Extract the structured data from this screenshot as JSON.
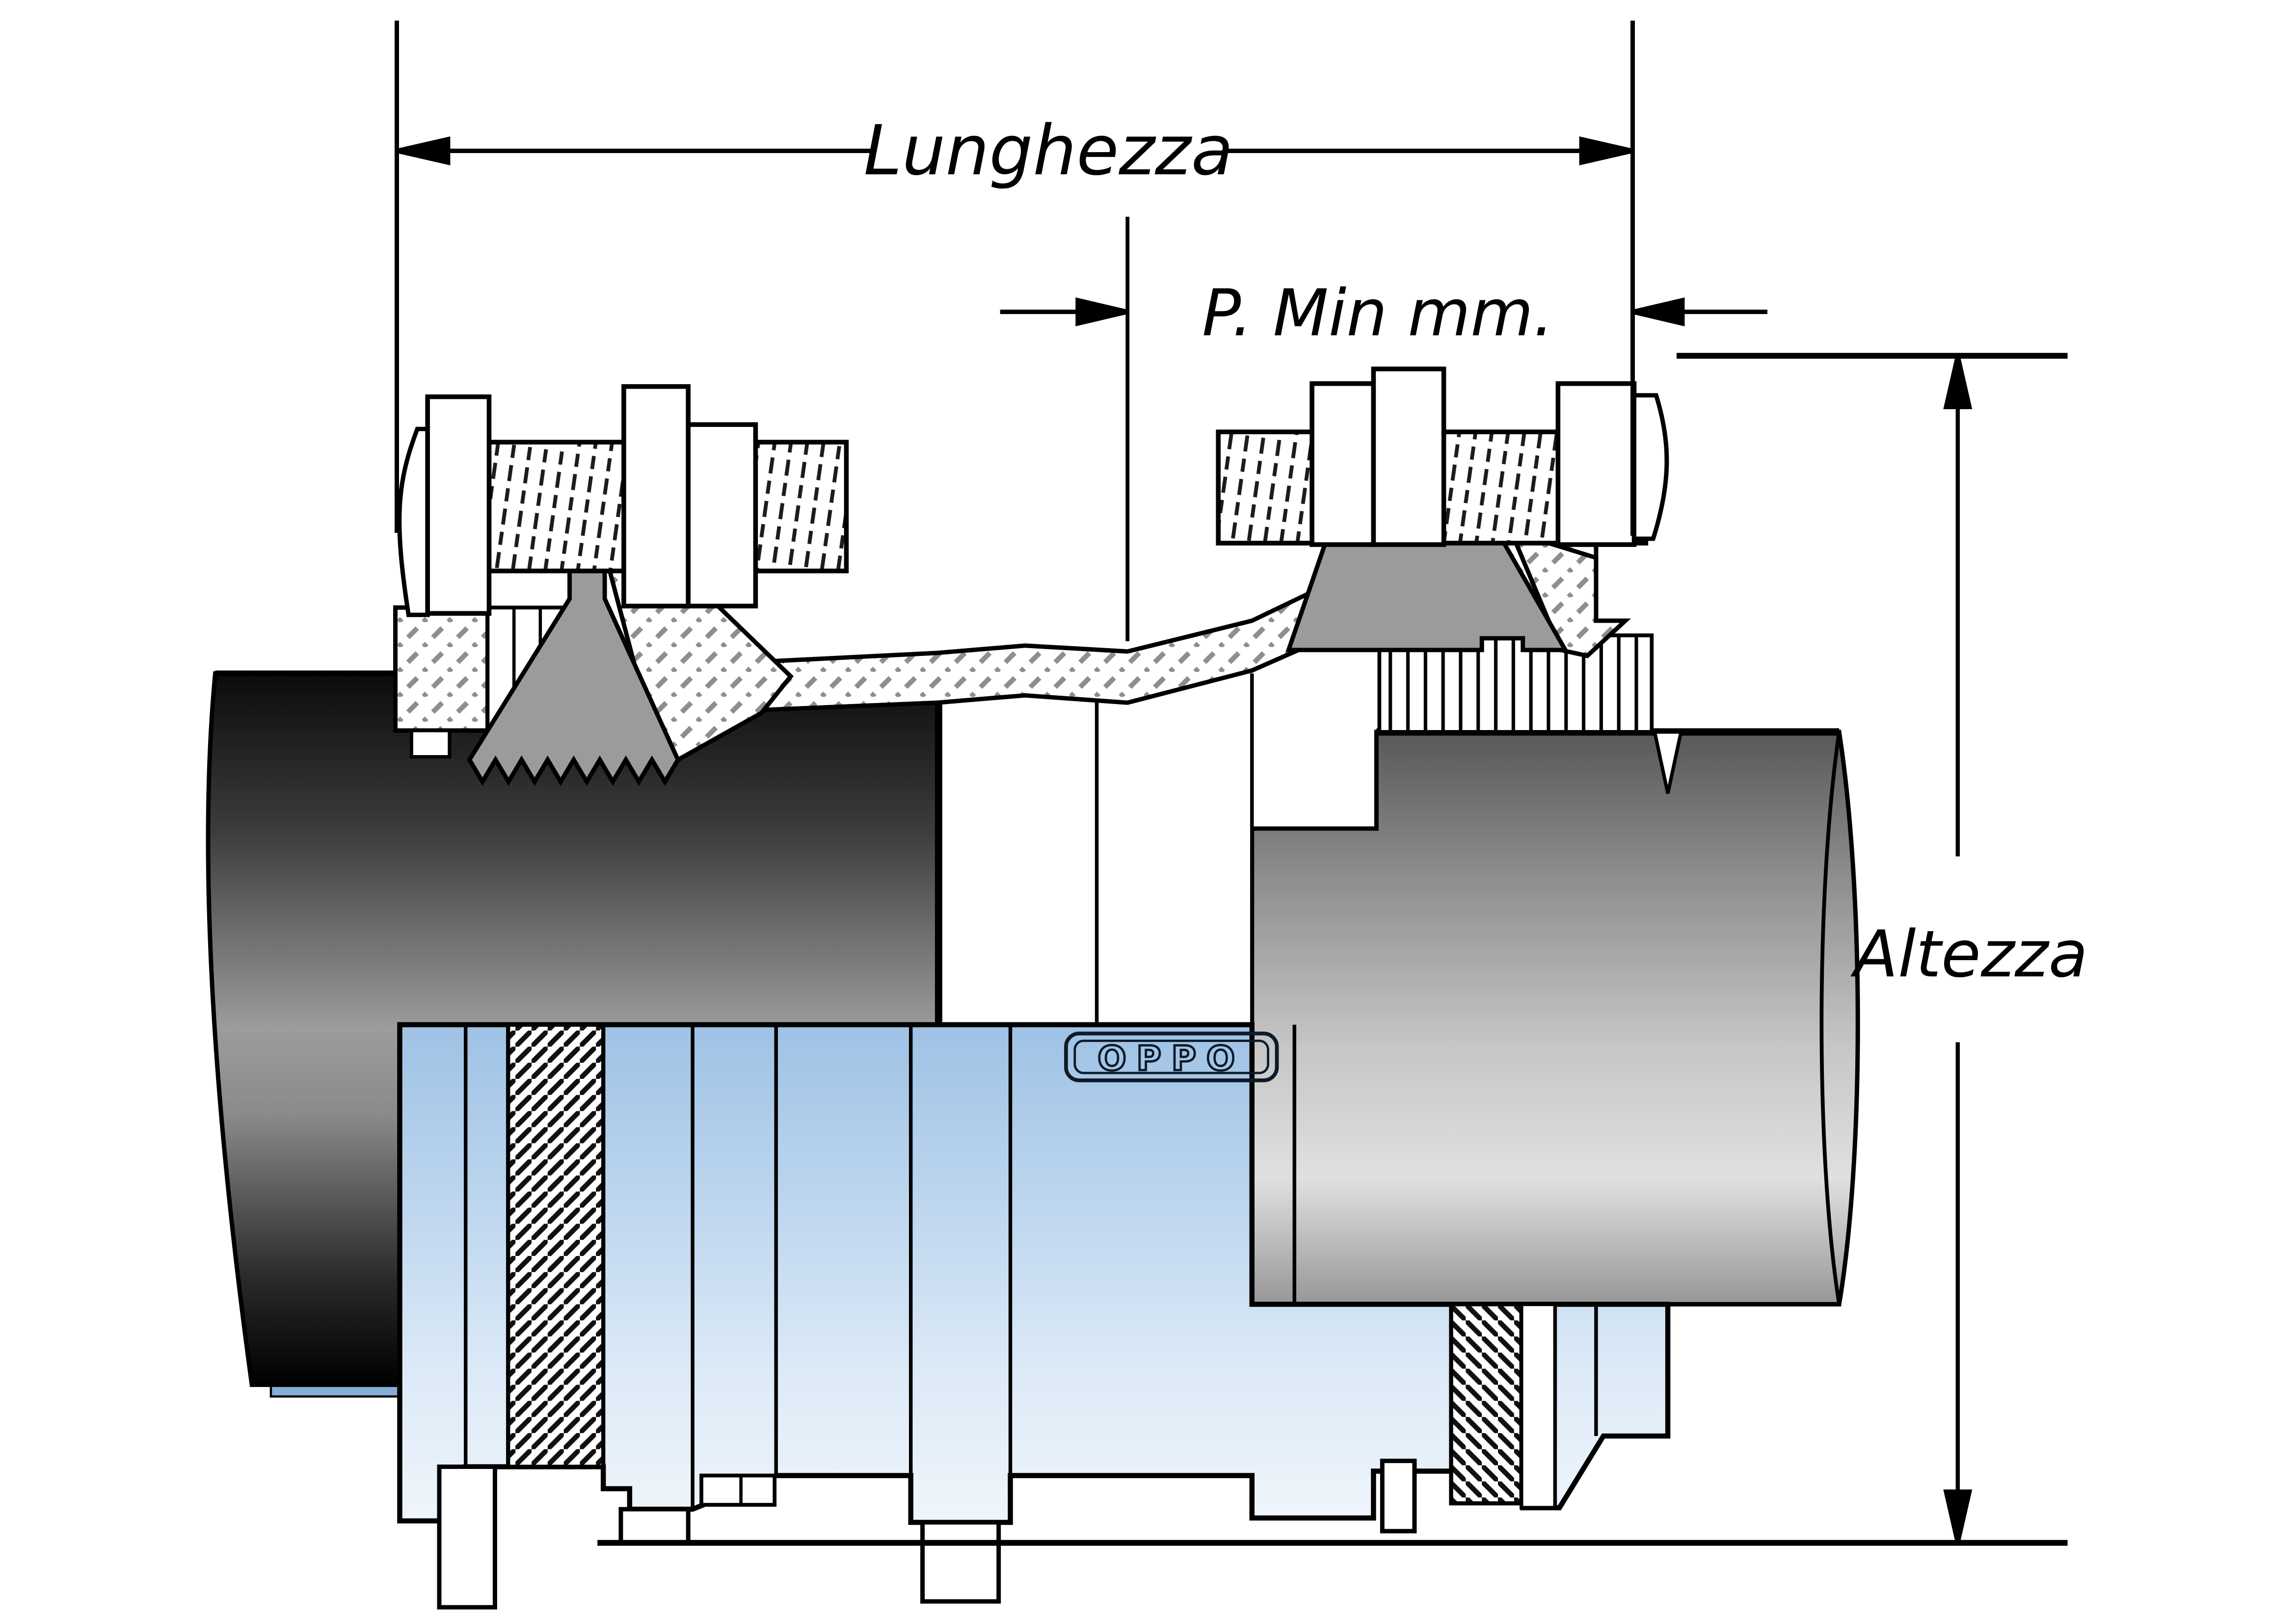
{
  "diagram": {
    "kind": "pipe-coupling-technical-drawing",
    "labels": {
      "length_label": "Lunghezza",
      "insertion_label": "P. Min mm.",
      "height_label": "Altezza"
    },
    "brand": {
      "logo_text": "OPPO"
    },
    "colors": {
      "outline": "#000000",
      "coupling_blue_top": "#9dc1e4",
      "coupling_blue_bottom": "#f0f6fc",
      "left_pipe_dark": "#0b0b0b",
      "left_pipe_mid": "#9c9c9c",
      "right_pipe_dark": "#585858",
      "right_pipe_light": "#e0e0e0",
      "gasket_gray": "#9b9b9b",
      "hatch_gray": "#8e8e8e"
    }
  }
}
